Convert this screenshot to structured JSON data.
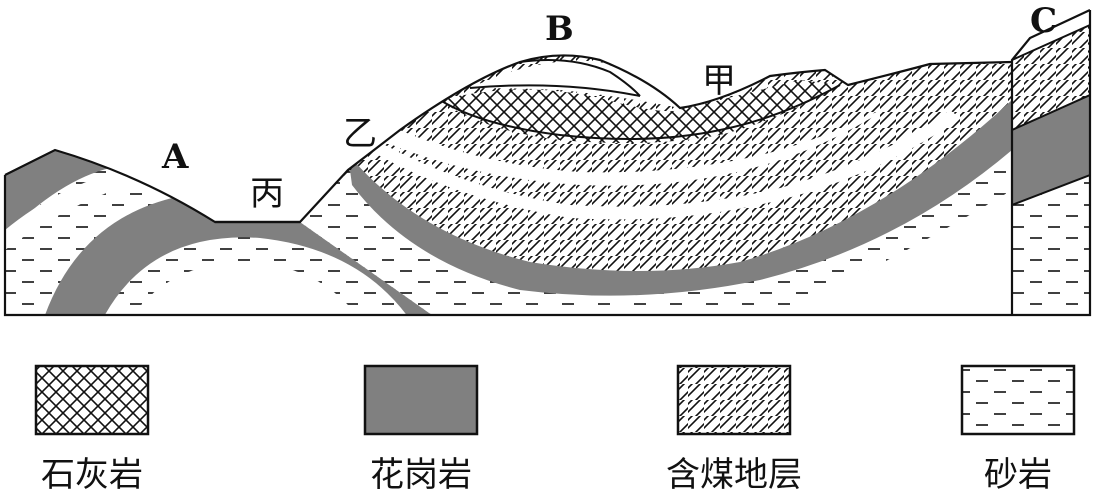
{
  "labels": {
    "A": "A",
    "B": "B",
    "C": "C",
    "jia": "甲",
    "yi": "乙",
    "bing": "丙"
  },
  "legend": [
    {
      "key": "limestone",
      "label": "石灰岩"
    },
    {
      "key": "granite",
      "label": "花岗岩"
    },
    {
      "key": "coal",
      "label": "含煤地层"
    },
    {
      "key": "sandstone",
      "label": "砂岩"
    }
  ],
  "colors": {
    "granite": "#808080",
    "stroke": "#111111",
    "background": "#ffffff"
  }
}
